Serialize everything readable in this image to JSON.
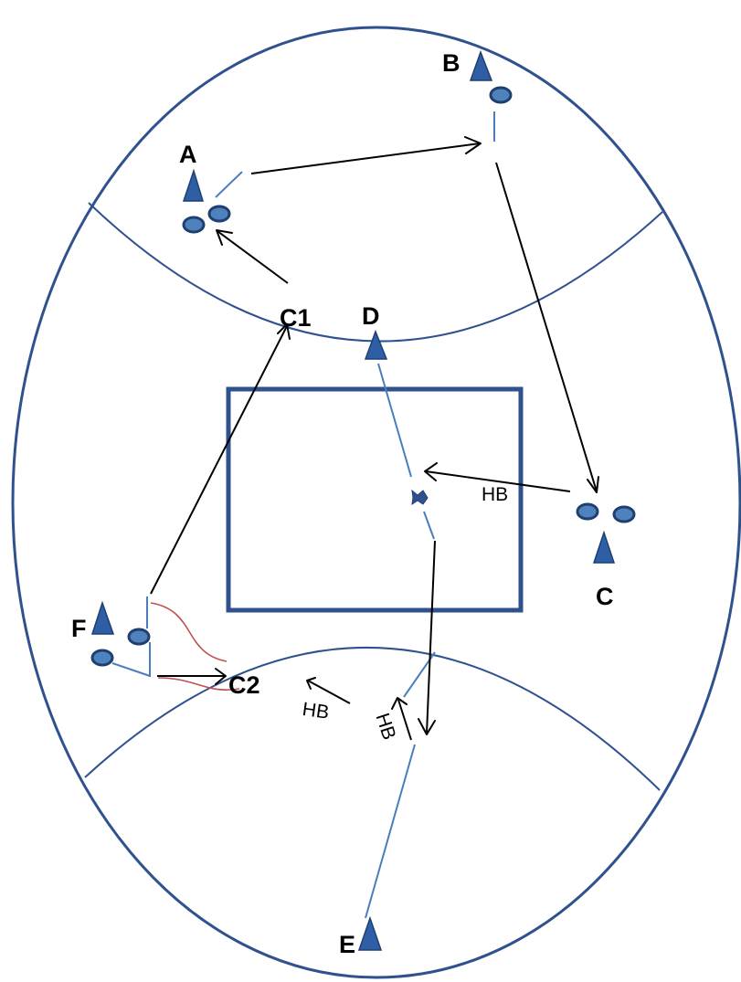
{
  "labels": {
    "A": "A",
    "B": "B",
    "C": "C",
    "D": "D",
    "E": "E",
    "F": "F",
    "C1": "C1",
    "C2": "C2",
    "hb_right": "HB",
    "hb_left": "HB",
    "hb_vertical": "HB"
  },
  "colors": {
    "outline": "#2f528f",
    "link": "#4a7ebb",
    "arrow": "#000000",
    "interaction": "#c0504d",
    "player_fill": "#4f81bd",
    "cone_fill": "#2e5fa6"
  }
}
